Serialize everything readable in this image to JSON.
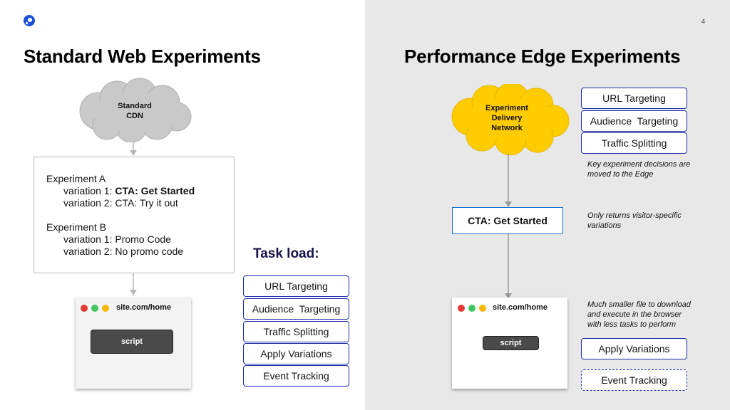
{
  "page_number": "4",
  "left": {
    "title": "Standard Web Experiments",
    "cdn_label": [
      "Standard",
      "CDN"
    ],
    "experiments": {
      "exp_a": "Experiment A",
      "a_var1_prefix": "variation 1: ",
      "a_var1_cta": "CTA: Get Started",
      "a_var2": "variation 2: CTA: Try it out",
      "exp_b": "Experiment B",
      "b_var1": "variation 1: Promo Code",
      "b_var2": "variation 2: No promo code"
    },
    "browser": {
      "url": "site.com/home",
      "script_label": "script"
    },
    "task_load_title": "Task load:",
    "tasks": [
      "URL Targeting",
      "Audience  Targeting",
      "Traffic Splitting",
      "Apply Variations",
      "Event Tracking"
    ]
  },
  "right": {
    "title": "Performance Edge Experiments",
    "cloud_label": [
      "Experiment",
      "Delivery",
      "Network"
    ],
    "edge_tasks": [
      "URL Targeting",
      "Audience  Targeting",
      "Traffic Splitting"
    ],
    "note_edge": [
      "Key experiment decisions are",
      "moved to the Edge"
    ],
    "cta_label": "CTA: Get Started",
    "note_cta": [
      "Only returns visitor-specific",
      "variations"
    ],
    "browser": {
      "url": "site.com/home",
      "script_label": "script"
    },
    "note_browser": [
      "Much smaller file to download",
      "and execute in the browser",
      "with less tasks to perform"
    ],
    "browser_tasks": [
      "Apply Variations",
      "Event Tracking"
    ]
  },
  "colors": {
    "right_background": "#e8e8e8",
    "standard_cdn_cloud": "#c9c9c9",
    "edge_cloud": "#ffcc00",
    "task_border": "#1a2ba8",
    "traffic_red": "#e53935",
    "traffic_green": "#43c463",
    "traffic_yellow": "#f5b800"
  }
}
